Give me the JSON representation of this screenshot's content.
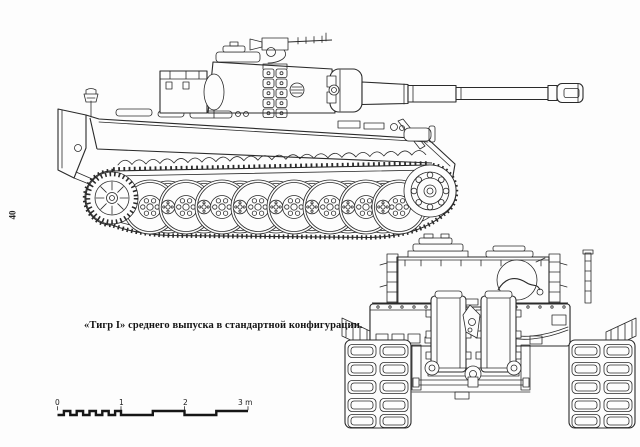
{
  "page": {
    "number": "40",
    "caption": "«Тигр I» среднего выпуска в стандартной конфигурации.",
    "ink_color": "#2a2a2a",
    "background_color": "#fdfdfd"
  },
  "scale_bar": {
    "labels": [
      "0",
      "1",
      "2",
      "3 m"
    ]
  }
}
